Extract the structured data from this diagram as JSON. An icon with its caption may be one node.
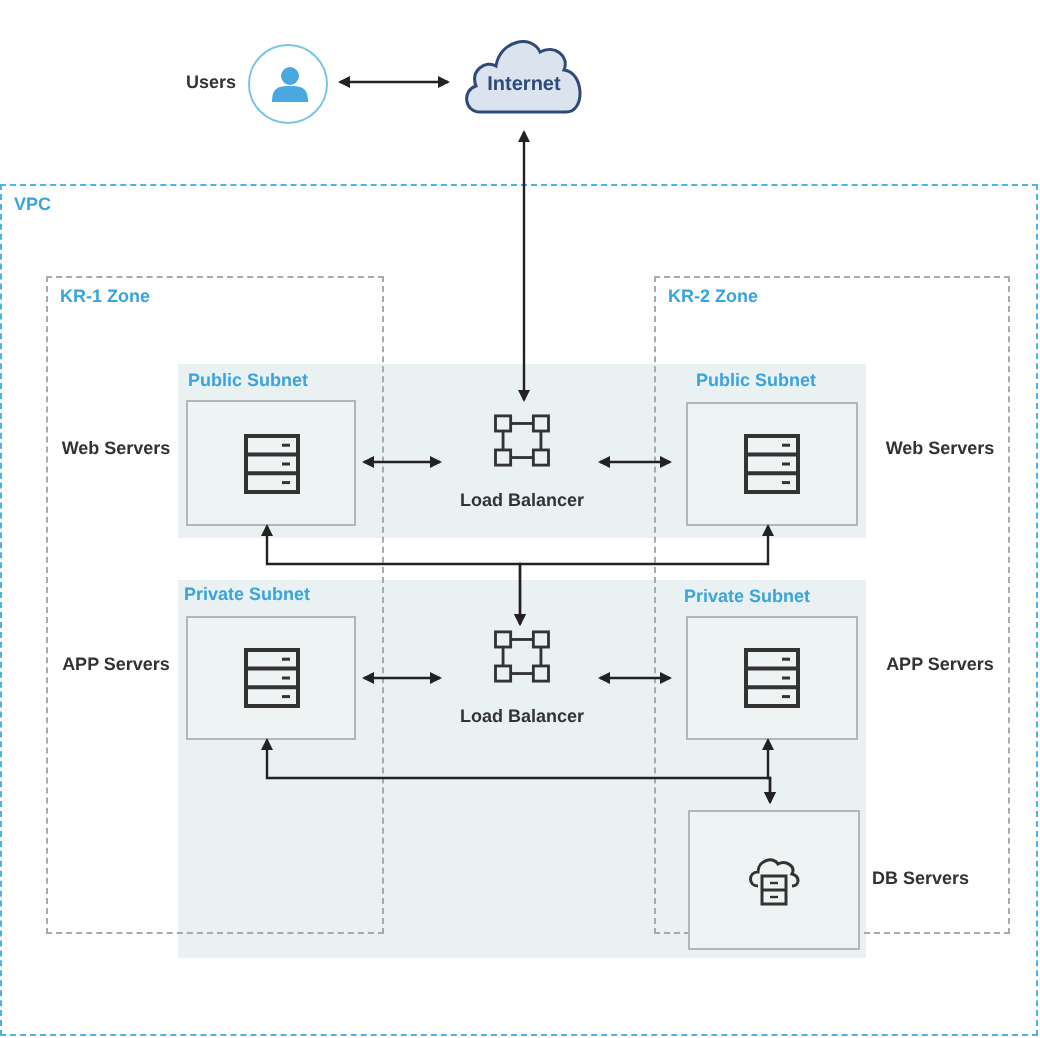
{
  "diagram": {
    "nodes": [
      {
        "text": [],
        "shape": "person",
        "beside": [
          "Users"
        ]
      },
      {
        "text": [
          "Internet"
        ]
      },
      {
        "text": [
          "VPC"
        ]
      },
      {
        "text": [
          "KR-1 Zone"
        ],
        "in": 2
      },
      {
        "text": [
          "KR-2 Zone"
        ],
        "in": 2
      },
      {
        "text": [],
        "shape": "box",
        "in": 3
      },
      {
        "text": [
          "Load Balancer"
        ],
        "in": 2
      },
      {
        "text": [],
        "shape": "box",
        "in": 4
      },
      {
        "text": [],
        "shape": "box",
        "in": 3
      },
      {
        "text": [
          "Load Balancer"
        ],
        "in": 2
      },
      {
        "text": [],
        "shape": "box",
        "in": 4
      },
      {
        "text": [],
        "shape": "box",
        "in": 4
      }
    ],
    "edges": [
      {
        "from": 0,
        "to": 1,
        "arrow": "both"
      },
      {
        "from": 1,
        "to": 6,
        "arrow": "both"
      },
      {
        "from": 5,
        "to": 6,
        "arrow": "both"
      },
      {
        "from": 6,
        "to": 7,
        "arrow": "both"
      },
      {
        "from": 5,
        "to": 9,
        "arrow": "both"
      },
      {
        "from": 7,
        "to": 9,
        "arrow": "both"
      },
      {
        "from": 8,
        "to": 9,
        "arrow": "both"
      },
      {
        "from": 9,
        "to": 10,
        "arrow": "both"
      },
      {
        "from": 8,
        "to": 11,
        "arrow": "both"
      },
      {
        "from": 10,
        "to": 11,
        "arrow": "both"
      }
    ],
    "labels": [
      "Public Subnet",
      "Public Subnet",
      "Web Servers",
      "Web Servers",
      "Private Subnet",
      "Private Subnet",
      "APP Servers",
      "APP Servers",
      "DB Servers"
    ]
  }
}
